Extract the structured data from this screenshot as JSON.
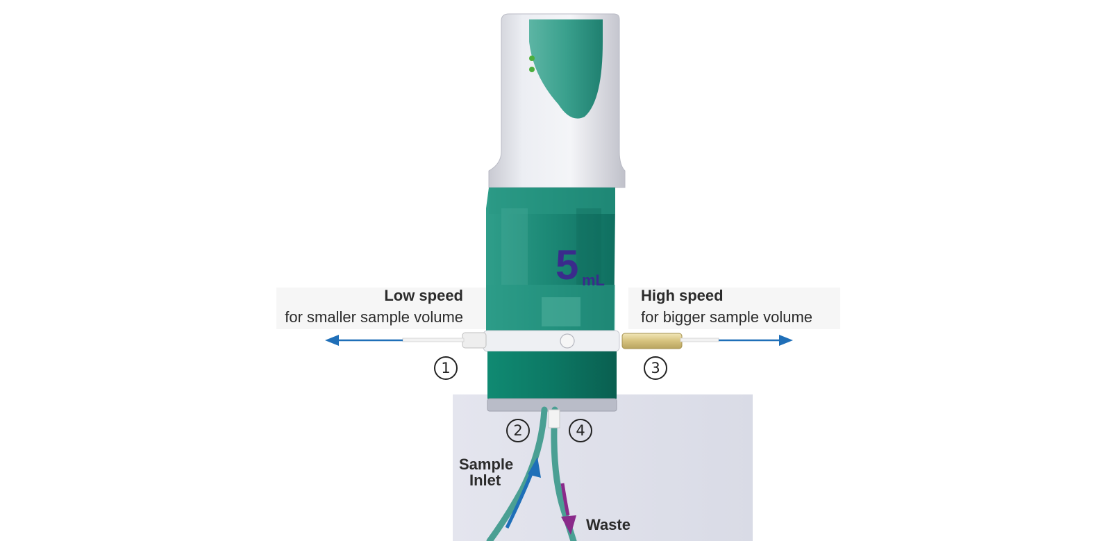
{
  "colors": {
    "housing_white": "#e4e5ec",
    "teal": "#1a8c78",
    "teal_dark": "#0c6b5b",
    "arrow_blue": "#1f6fb8",
    "arrow_purple": "#7a1f7a",
    "volume_purple": "#3a2b8c",
    "led_green": "#4cae3c",
    "fitting_gold": "#d9c98a"
  },
  "device": {
    "volume_value": "5",
    "volume_unit": "mL"
  },
  "labels": {
    "low_speed_title": "Low speed",
    "low_speed_desc": "for smaller sample volume",
    "high_speed_title": "High speed",
    "high_speed_desc": "for bigger sample volume",
    "sample_line1": "Sample",
    "sample_line2": "Inlet",
    "waste": "Waste"
  },
  "ports": [
    "1",
    "2",
    "3",
    "4"
  ]
}
